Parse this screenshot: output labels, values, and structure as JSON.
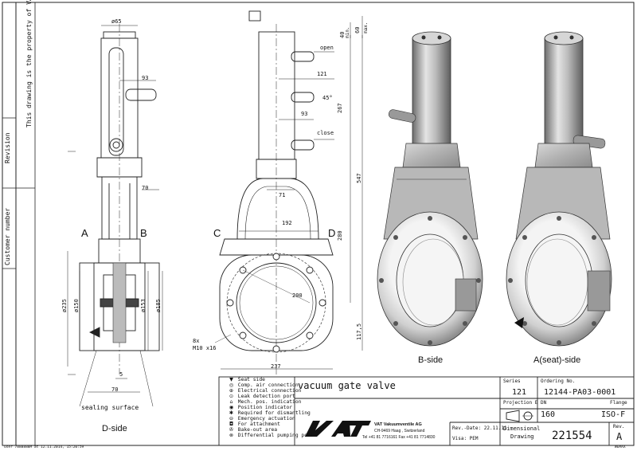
{
  "sidebar": {
    "property_note": "This drawing is the property of VAT.",
    "revision_label": "Revision",
    "customer_label": "Customer number"
  },
  "views": {
    "side_labels": [
      "A",
      "B",
      "C",
      "D"
    ],
    "d_side_caption": "D-side",
    "b_side_caption": "B-side",
    "a_side_caption": "A(seat)-side",
    "sealing_surface": "sealing surface"
  },
  "dimensions": {
    "d65": "ø65",
    "d93a": "93",
    "d70a": "70",
    "d235": "ø235",
    "d150": "ø150",
    "d153": "ø153",
    "d185": "ø185",
    "d5": "5",
    "d70b": "70",
    "d40": "40",
    "d60": "60",
    "min": "min.",
    "max": "max.",
    "open": "open",
    "d121": "121",
    "deg45": "45°",
    "d93b": "93",
    "close": "close",
    "d267": "267",
    "d547": "547",
    "d71": "71",
    "d192": "192",
    "d280": "280",
    "d200": "200",
    "bolts_a": "8x",
    "bolts_b": "M10 x16",
    "d117": "117,5",
    "d237": "237"
  },
  "legend": [
    {
      "icon": "seat-side-icon",
      "glyph": "▼",
      "text": "Seat side"
    },
    {
      "icon": "air-connection-icon",
      "glyph": "◎",
      "text": "Comp. air connection"
    },
    {
      "icon": "electrical-icon",
      "glyph": "⊕",
      "text": "Electrical connection"
    },
    {
      "icon": "leak-port-icon",
      "glyph": "⊙",
      "text": "Leak detection port"
    },
    {
      "icon": "mech-indication-icon",
      "glyph": "⌂",
      "text": "Mech. pos. indication"
    },
    {
      "icon": "position-indicator-icon",
      "glyph": "◉",
      "text": "Position indicator"
    },
    {
      "icon": "dismantling-icon",
      "glyph": "✱",
      "text": "Required for dismantling"
    },
    {
      "icon": "emergency-icon",
      "glyph": "⊖",
      "text": "Emergency actuation"
    },
    {
      "icon": "attachment-icon",
      "glyph": "◘",
      "text": "For attachment"
    },
    {
      "icon": "bakeout-icon",
      "glyph": "✇",
      "text": "Bake-out area"
    },
    {
      "icon": "pumping-port-icon",
      "glyph": "⊗",
      "text": "Differential pumping port"
    }
  ],
  "title_block": {
    "title": "vacuum gate valve",
    "company": "VAT Vakuumventile AG",
    "address": "CH-9469 Haag , Switzerland",
    "contact": "Tel +41 81 7716161 Fax +41 81 7714830",
    "rev_date": "Rev.-Date: 22.11.11",
    "visa": "Visa: PEM",
    "series_label": "Series",
    "series_value": "121",
    "ordering_label": "Ordering No.",
    "ordering_value": "12144-PA03-0001",
    "projection_label": "Projection E",
    "dn_label": "DN",
    "dn_value": "160",
    "flange_label": "Flange",
    "flange_value": "ISO-F",
    "dim_drawing_1": "Dimensional",
    "dim_drawing_2": "Drawing",
    "drawing_no": "221554",
    "rev_label": "Rev.",
    "rev_value": "A"
  },
  "footer": {
    "user_line": "user 7888888M at 12.11.2014, 15:20:59",
    "code": "WEMAX"
  }
}
